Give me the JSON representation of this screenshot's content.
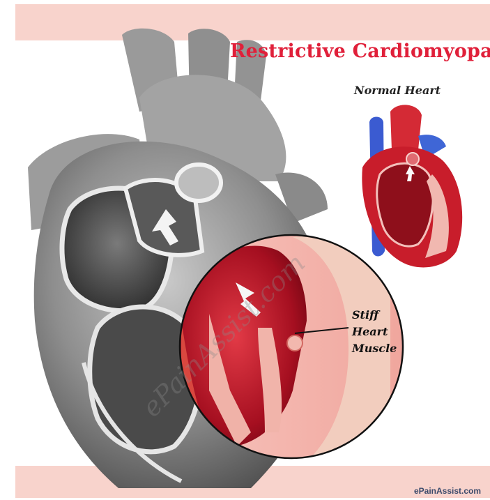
{
  "title": "Restrictive Cardiomyopathy",
  "labels": {
    "normal_heart": "Normal Heart",
    "stiff_line1": "Stiff",
    "stiff_line2": "Heart",
    "stiff_line3": "Muscle"
  },
  "watermark": "ePainAssist.com",
  "brand": "ePainAssist.com",
  "colors": {
    "band": "#f8d3cc",
    "title": "#e0203a",
    "heart_gray": "#8e8e8e",
    "heart_dark": "#5a5a5a",
    "muscle_red": "#c8102e",
    "muscle_pink": "#f4b7b0",
    "vein_blue": "#3b5bd1"
  }
}
